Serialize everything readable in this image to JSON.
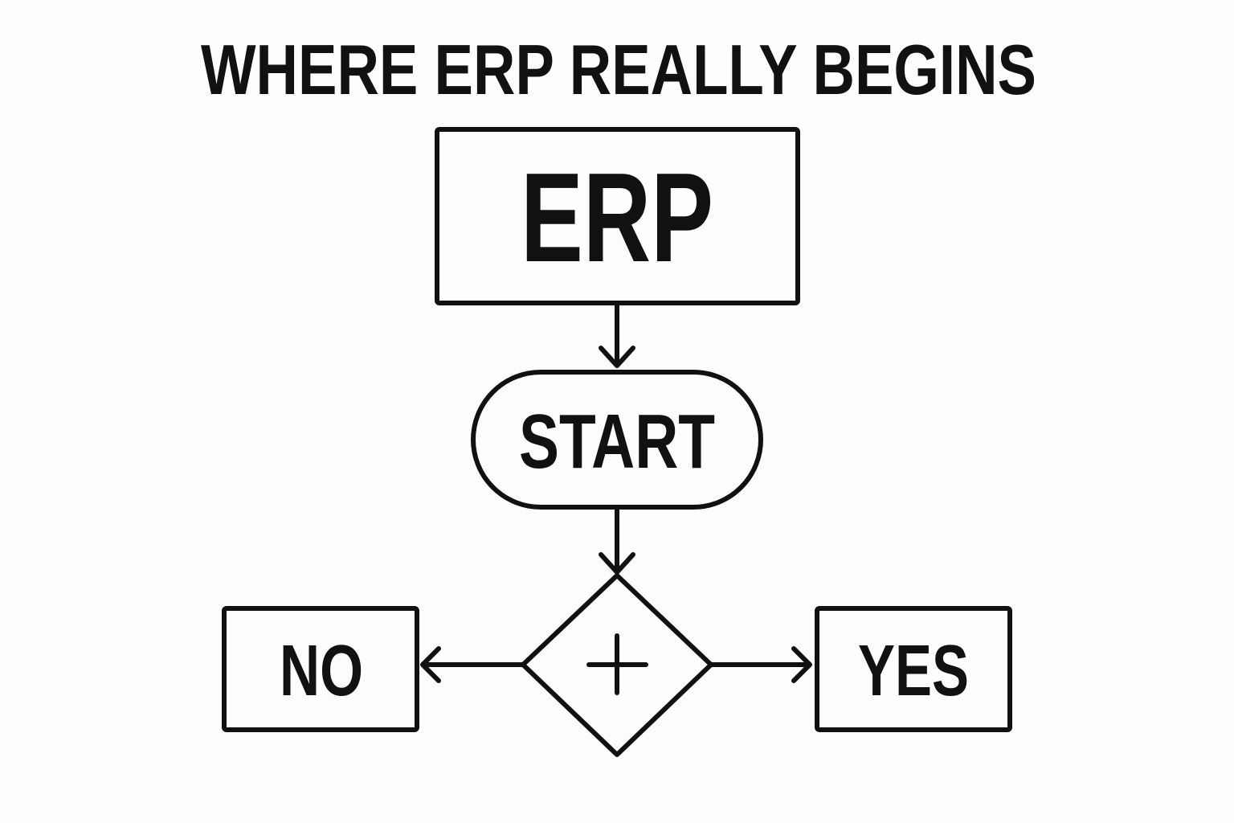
{
  "title": "WHERE ERP REALLY BEGINS",
  "nodes": {
    "erp": "ERP",
    "start": "START",
    "decision_symbol": "+",
    "no": "NO",
    "yes": "YES"
  },
  "colors": {
    "ink": "#111111",
    "background": "#fdfdfb"
  }
}
